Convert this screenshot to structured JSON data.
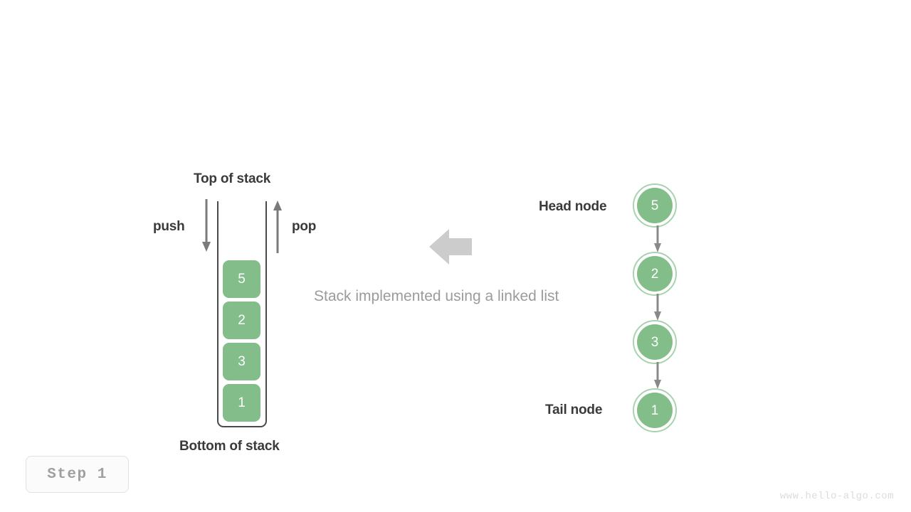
{
  "diagram": {
    "caption": "Stack implemented using a linked list",
    "accent_green": "#82bd8a",
    "ring_green": "#a9d3ae",
    "arrow_gray": "#7a7a7a",
    "wall_gray": "#4a4a4a",
    "caption_gray": "#9b9b9b",
    "block_arrow_gray": "#cccccc"
  },
  "array_stack": {
    "top_label": "Top of stack",
    "bottom_label": "Bottom of stack",
    "push_label": "push",
    "pop_label": "pop",
    "cells_bottom_to_top": [
      "1",
      "3",
      "2",
      "5"
    ]
  },
  "linked_list": {
    "head_label": "Head node",
    "tail_label": "Tail node",
    "nodes": [
      "5",
      "2",
      "3",
      "1"
    ]
  },
  "footer": {
    "step_label": "Step 1",
    "watermark": "www.hello-algo.com"
  }
}
